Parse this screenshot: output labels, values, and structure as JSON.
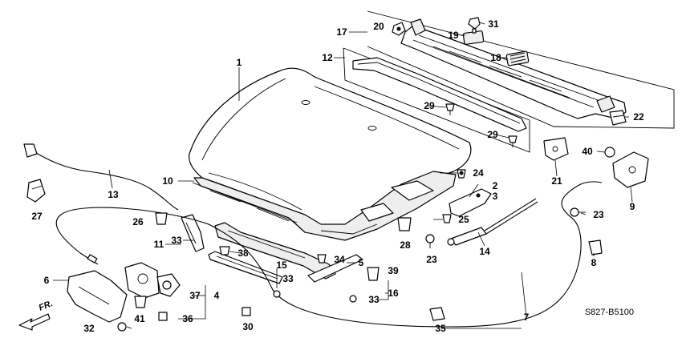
{
  "diagram_code": "S827-B5100",
  "direction_label": "FR.",
  "colors": {
    "line": "#000000",
    "background": "#ffffff",
    "fill_light": "#eeeeee"
  },
  "callouts": [
    {
      "id": "c1",
      "text": "1"
    },
    {
      "id": "c2",
      "text": "2"
    },
    {
      "id": "c3",
      "text": "3"
    },
    {
      "id": "c4",
      "text": "4"
    },
    {
      "id": "c5",
      "text": "5"
    },
    {
      "id": "c6",
      "text": "6"
    },
    {
      "id": "c7",
      "text": "7"
    },
    {
      "id": "c8",
      "text": "8"
    },
    {
      "id": "c9",
      "text": "9"
    },
    {
      "id": "c10",
      "text": "10"
    },
    {
      "id": "c11",
      "text": "11"
    },
    {
      "id": "c12",
      "text": "12"
    },
    {
      "id": "c13",
      "text": "13"
    },
    {
      "id": "c14",
      "text": "14"
    },
    {
      "id": "c15",
      "text": "15"
    },
    {
      "id": "c16",
      "text": "16"
    },
    {
      "id": "c17",
      "text": "17"
    },
    {
      "id": "c18",
      "text": "18"
    },
    {
      "id": "c19",
      "text": "19"
    },
    {
      "id": "c20",
      "text": "20"
    },
    {
      "id": "c21",
      "text": "21"
    },
    {
      "id": "c22",
      "text": "22"
    },
    {
      "id": "c23a",
      "text": "23"
    },
    {
      "id": "c23b",
      "text": "23"
    },
    {
      "id": "c24",
      "text": "24"
    },
    {
      "id": "c25",
      "text": "25"
    },
    {
      "id": "c26",
      "text": "26"
    },
    {
      "id": "c27",
      "text": "27"
    },
    {
      "id": "c28",
      "text": "28"
    },
    {
      "id": "c29a",
      "text": "29"
    },
    {
      "id": "c29b",
      "text": "29"
    },
    {
      "id": "c30",
      "text": "30"
    },
    {
      "id": "c31",
      "text": "31"
    },
    {
      "id": "c32",
      "text": "32"
    },
    {
      "id": "c33a",
      "text": "33"
    },
    {
      "id": "c33b",
      "text": "33"
    },
    {
      "id": "c33c",
      "text": "33"
    },
    {
      "id": "c34",
      "text": "34"
    },
    {
      "id": "c35",
      "text": "35"
    },
    {
      "id": "c36",
      "text": "36"
    },
    {
      "id": "c37",
      "text": "37"
    },
    {
      "id": "c38",
      "text": "38"
    },
    {
      "id": "c39",
      "text": "39"
    },
    {
      "id": "c40",
      "text": "40"
    },
    {
      "id": "c41",
      "text": "41"
    }
  ]
}
